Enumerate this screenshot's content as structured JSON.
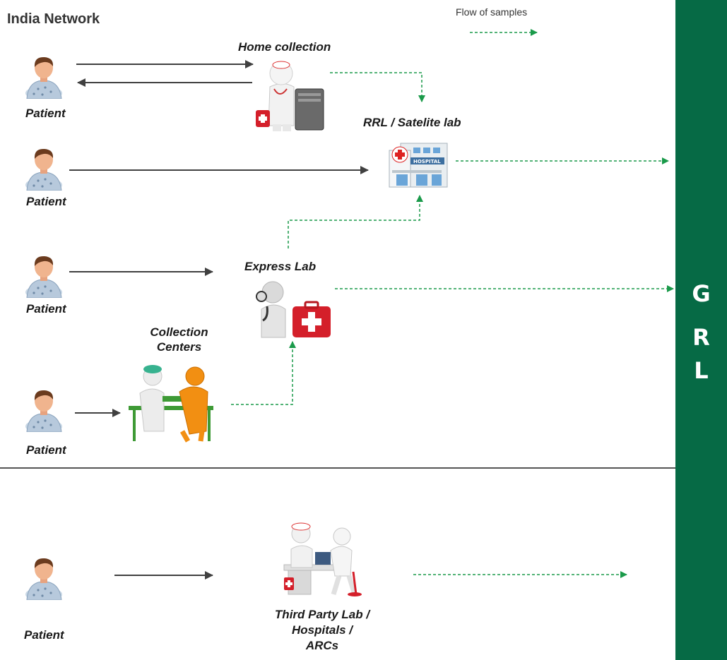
{
  "title": "India Network",
  "legend": {
    "label": "Flow of samples"
  },
  "grl": {
    "letters": [
      "G",
      "R",
      "L"
    ]
  },
  "nodes": {
    "home_collection": "Home collection",
    "rrl": "RRL / Satelite lab",
    "express_lab": "Express Lab",
    "collection_centers": [
      "Collection",
      "Centers"
    ],
    "third_party": [
      "Third Party Lab /",
      "Hospitals /",
      "ARCs"
    ]
  },
  "patients": [
    "Patient",
    "Patient",
    "Patient",
    "Patient",
    "Patient"
  ],
  "colors": {
    "grl_bar": "#066a45",
    "sample_flow": "#1a9a4a",
    "patient_flow": "#404040"
  },
  "icons": [
    "patient-icon",
    "doctor-computer-icon",
    "hospital-icon",
    "doctor-stethoscope-icon",
    "nurse-patient-icon",
    "doctor-desk-icon"
  ]
}
